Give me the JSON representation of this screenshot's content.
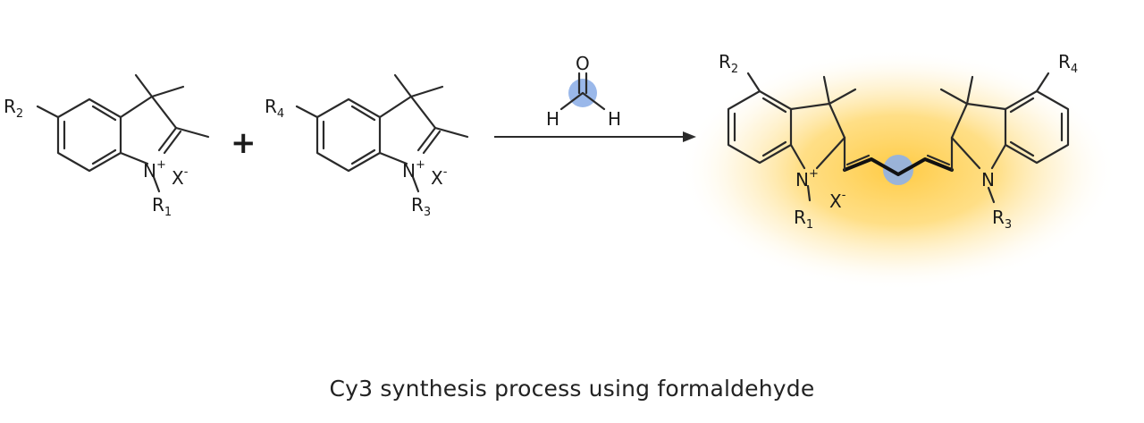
{
  "caption": "Cy3 synthesis process using formaldehyde",
  "reactant1": {
    "r2": "R",
    "r2_sub": "2",
    "n": "N",
    "n_charge": "+",
    "x": "X",
    "x_charge": "-",
    "r1": "R",
    "r1_sub": "1"
  },
  "plus": "+",
  "reactant2": {
    "r4": "R",
    "r4_sub": "4",
    "n": "N",
    "n_charge": "+",
    "x": "X",
    "x_charge": "-",
    "r3": "R",
    "r3_sub": "3"
  },
  "reagent": {
    "o": "O",
    "h_left": "H",
    "h_right": "H"
  },
  "product": {
    "r2": "R",
    "r2_sub": "2",
    "r4": "R",
    "r4_sub": "4",
    "n_left": "N",
    "n_left_charge": "+",
    "x": "X",
    "x_charge": "-",
    "r1": "R",
    "r1_sub": "1",
    "n_right": "N",
    "r3": "R",
    "r3_sub": "3"
  },
  "colors": {
    "highlight_blue": "#8fb0e8",
    "glow_yellow": "#ffcf4a",
    "line": "#2a2a2a"
  }
}
